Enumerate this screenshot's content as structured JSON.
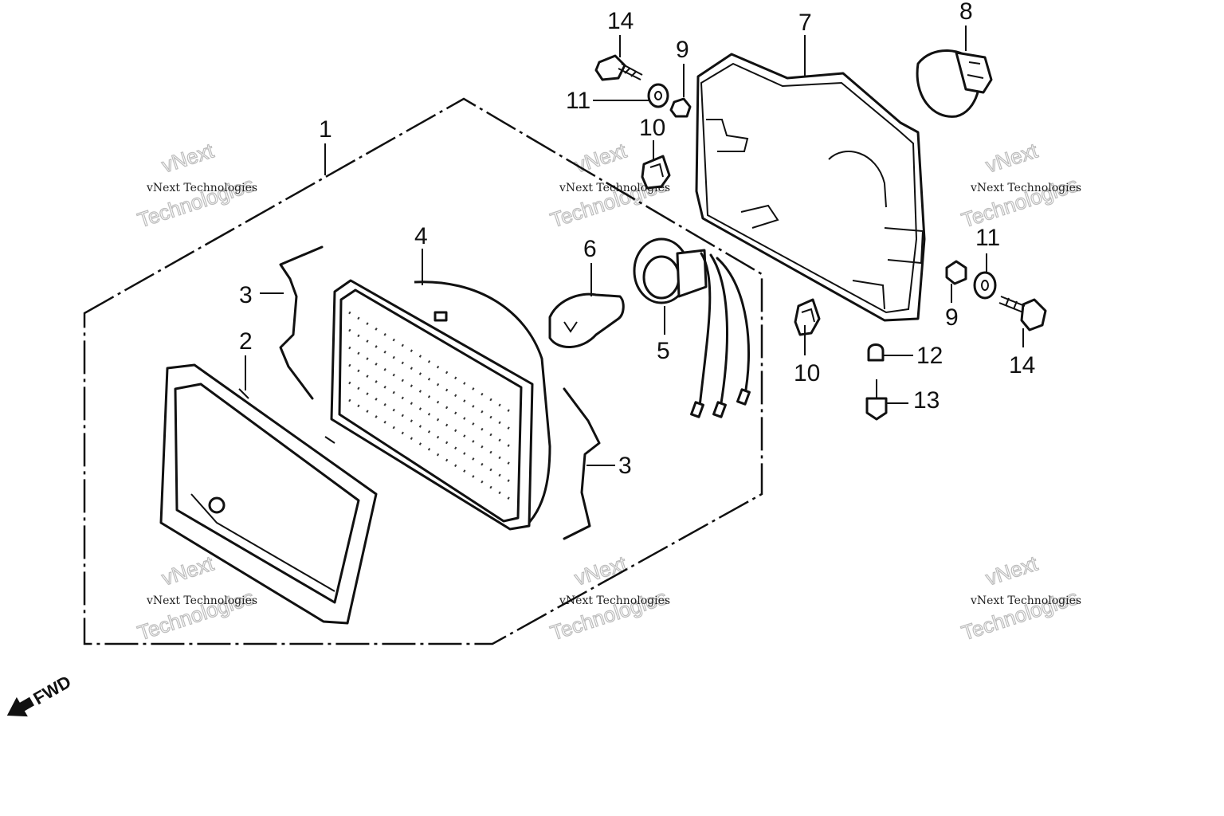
{
  "callouts": {
    "c1": "1",
    "c2": "2",
    "c3a": "3",
    "c3b": "3",
    "c4": "4",
    "c5": "5",
    "c6": "6",
    "c7": "7",
    "c8": "8",
    "c9a": "9",
    "c9b": "9",
    "c10a": "10",
    "c10b": "10",
    "c11a": "11",
    "c11b": "11",
    "c12": "12",
    "c13": "13",
    "c14a": "14",
    "c14b": "14"
  },
  "fwd_label": "FWD",
  "watermark": {
    "small": "vNext Technologies",
    "big_top": "vNext",
    "big_bottom": "Technologies"
  }
}
